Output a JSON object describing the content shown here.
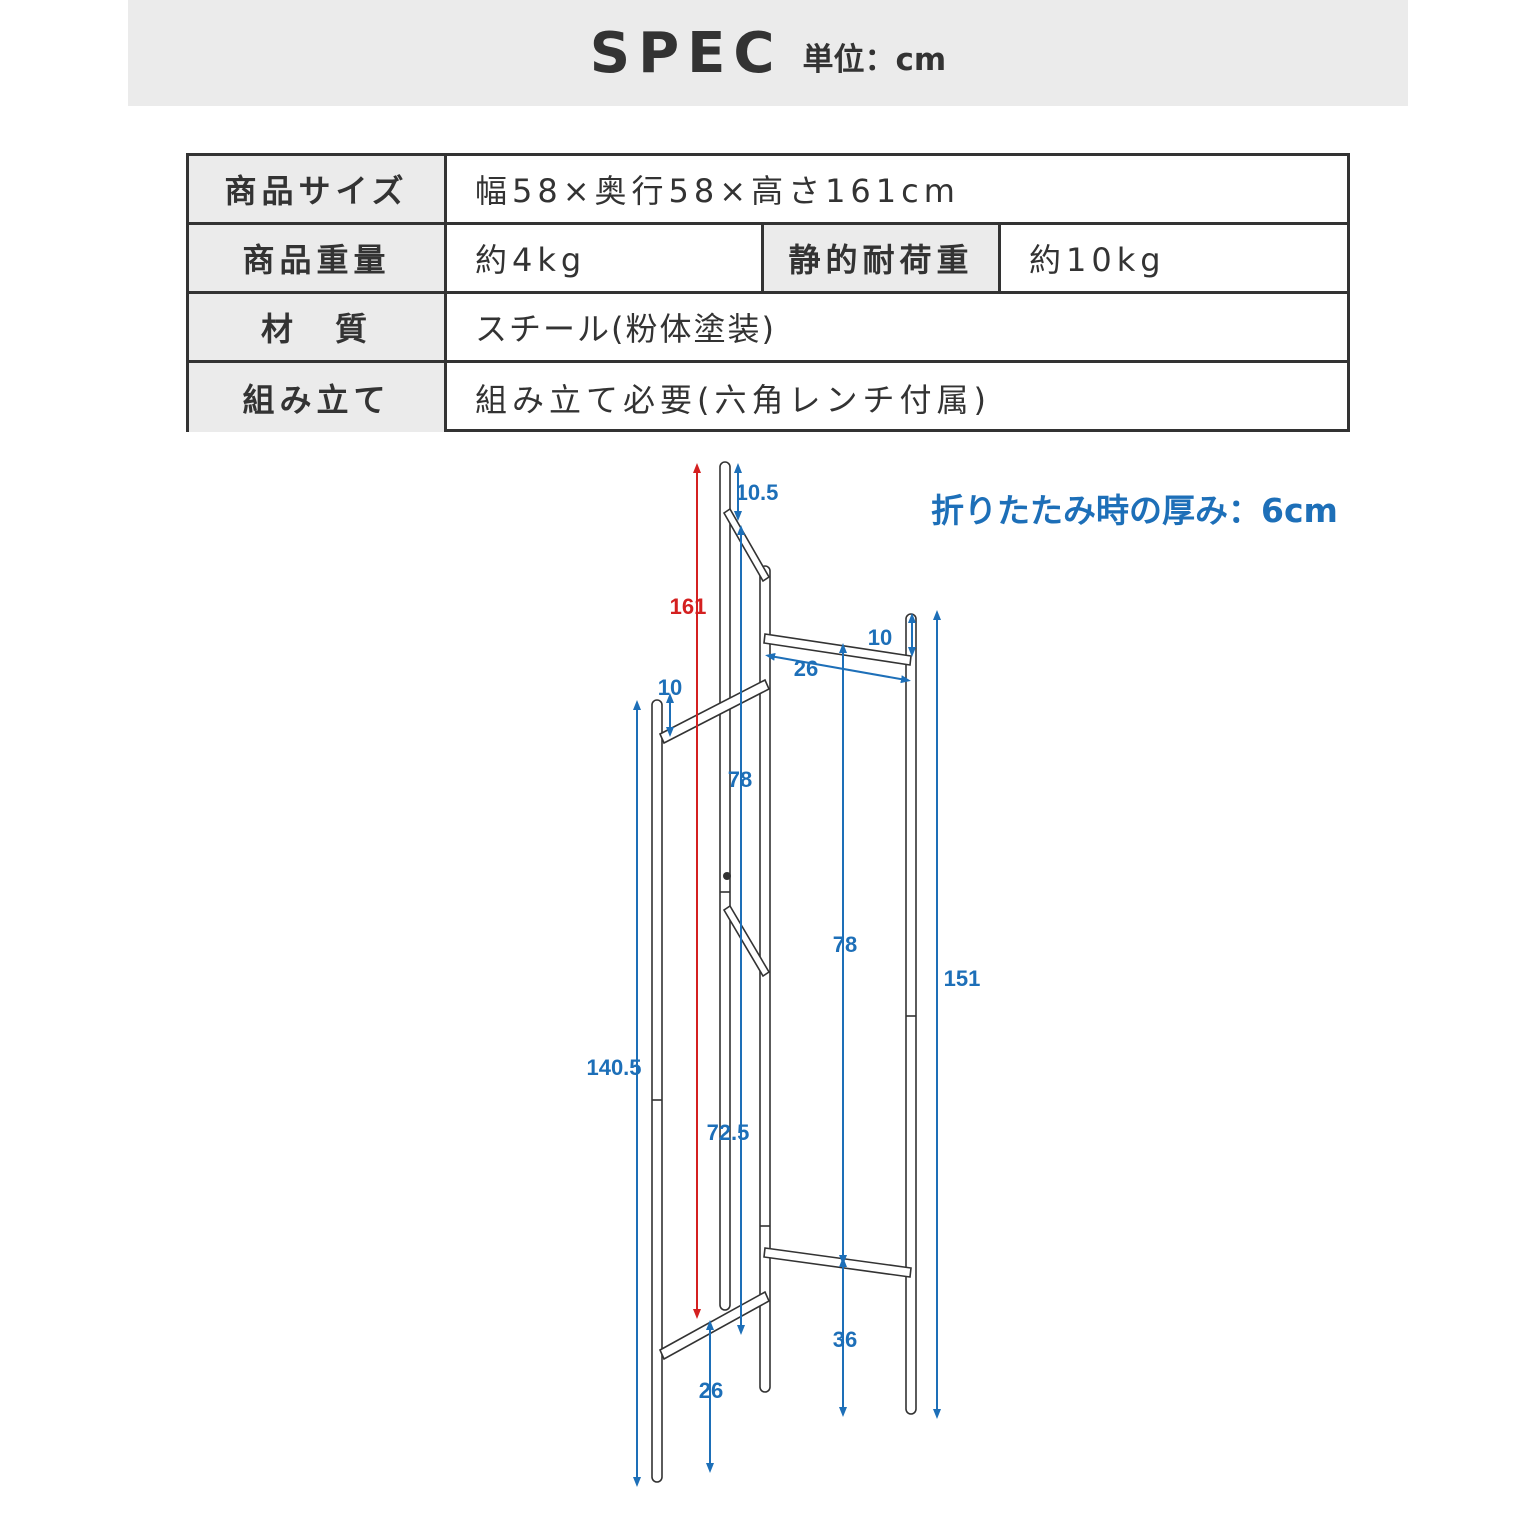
{
  "header": {
    "title": "SPEC",
    "unit": "単位：cm"
  },
  "spec_table": {
    "size_label": "商品サイズ",
    "size_value": "幅58×奥行58×高さ161cm",
    "weight_label": "商品重量",
    "weight_value": "約4kg",
    "load_label": "静的耐荷重",
    "load_value": "約10kg",
    "material_label": "材　質",
    "material_value": "スチール(粉体塗装)",
    "assembly_label": "組み立て",
    "assembly_value": "組み立て必要(六角レンチ付属)"
  },
  "diagram": {
    "fold_note": "折りたたみ時の厚み：6cm",
    "dims": {
      "total_height": "161",
      "top_offset_center": "10.5",
      "top_offset_left": "10",
      "top_offset_right": "10",
      "bar_depth_right": "26",
      "center_upper_span": "78",
      "center_lower_span": "72.5",
      "right_span": "78",
      "right_bottom": "36",
      "left_height": "140.5",
      "right_height": "151",
      "bar_depth_left": "26"
    },
    "colors": {
      "dimension": "#1d6fb8",
      "total": "#d42020",
      "frame": "#333333"
    }
  }
}
